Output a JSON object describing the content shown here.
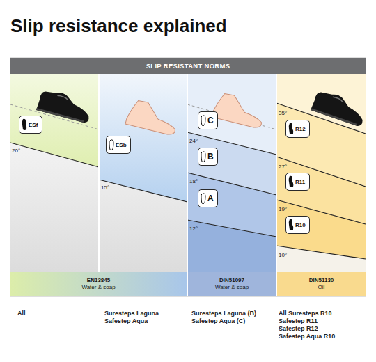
{
  "diagram": {
    "title": "Slip resistance explained",
    "nodes": [
      {
        "text": [
          "SLIP RESISTANT NORMS"
        ]
      },
      {
        "text": [
          "ESf"
        ]
      },
      {
        "text": [
          "ESb"
        ]
      },
      {
        "text": [
          "C"
        ]
      },
      {
        "text": [
          "B"
        ]
      },
      {
        "text": [
          "A"
        ]
      },
      {
        "text": [
          "R12"
        ]
      },
      {
        "text": [
          "R11"
        ]
      },
      {
        "text": [
          "R10"
        ]
      },
      {
        "text": [
          "EN13845",
          "Water & soap"
        ]
      },
      {
        "text": [
          "DIN51097",
          "Water & soap"
        ]
      },
      {
        "text": [
          "DIN51130",
          "Oil"
        ]
      }
    ],
    "labels": [
      "20°",
      "15°",
      "24°",
      "18°",
      "12°",
      "35°",
      "27°",
      "19°",
      "10°",
      "All",
      "Suresteps Laguna",
      "Safestep Aqua",
      "Suresteps Laguna (B)",
      "Safestep Aqua (C)",
      "All Suresteps R10",
      "Safestep R11",
      "Safestep R12",
      "Safestep Aqua R10"
    ]
  }
}
